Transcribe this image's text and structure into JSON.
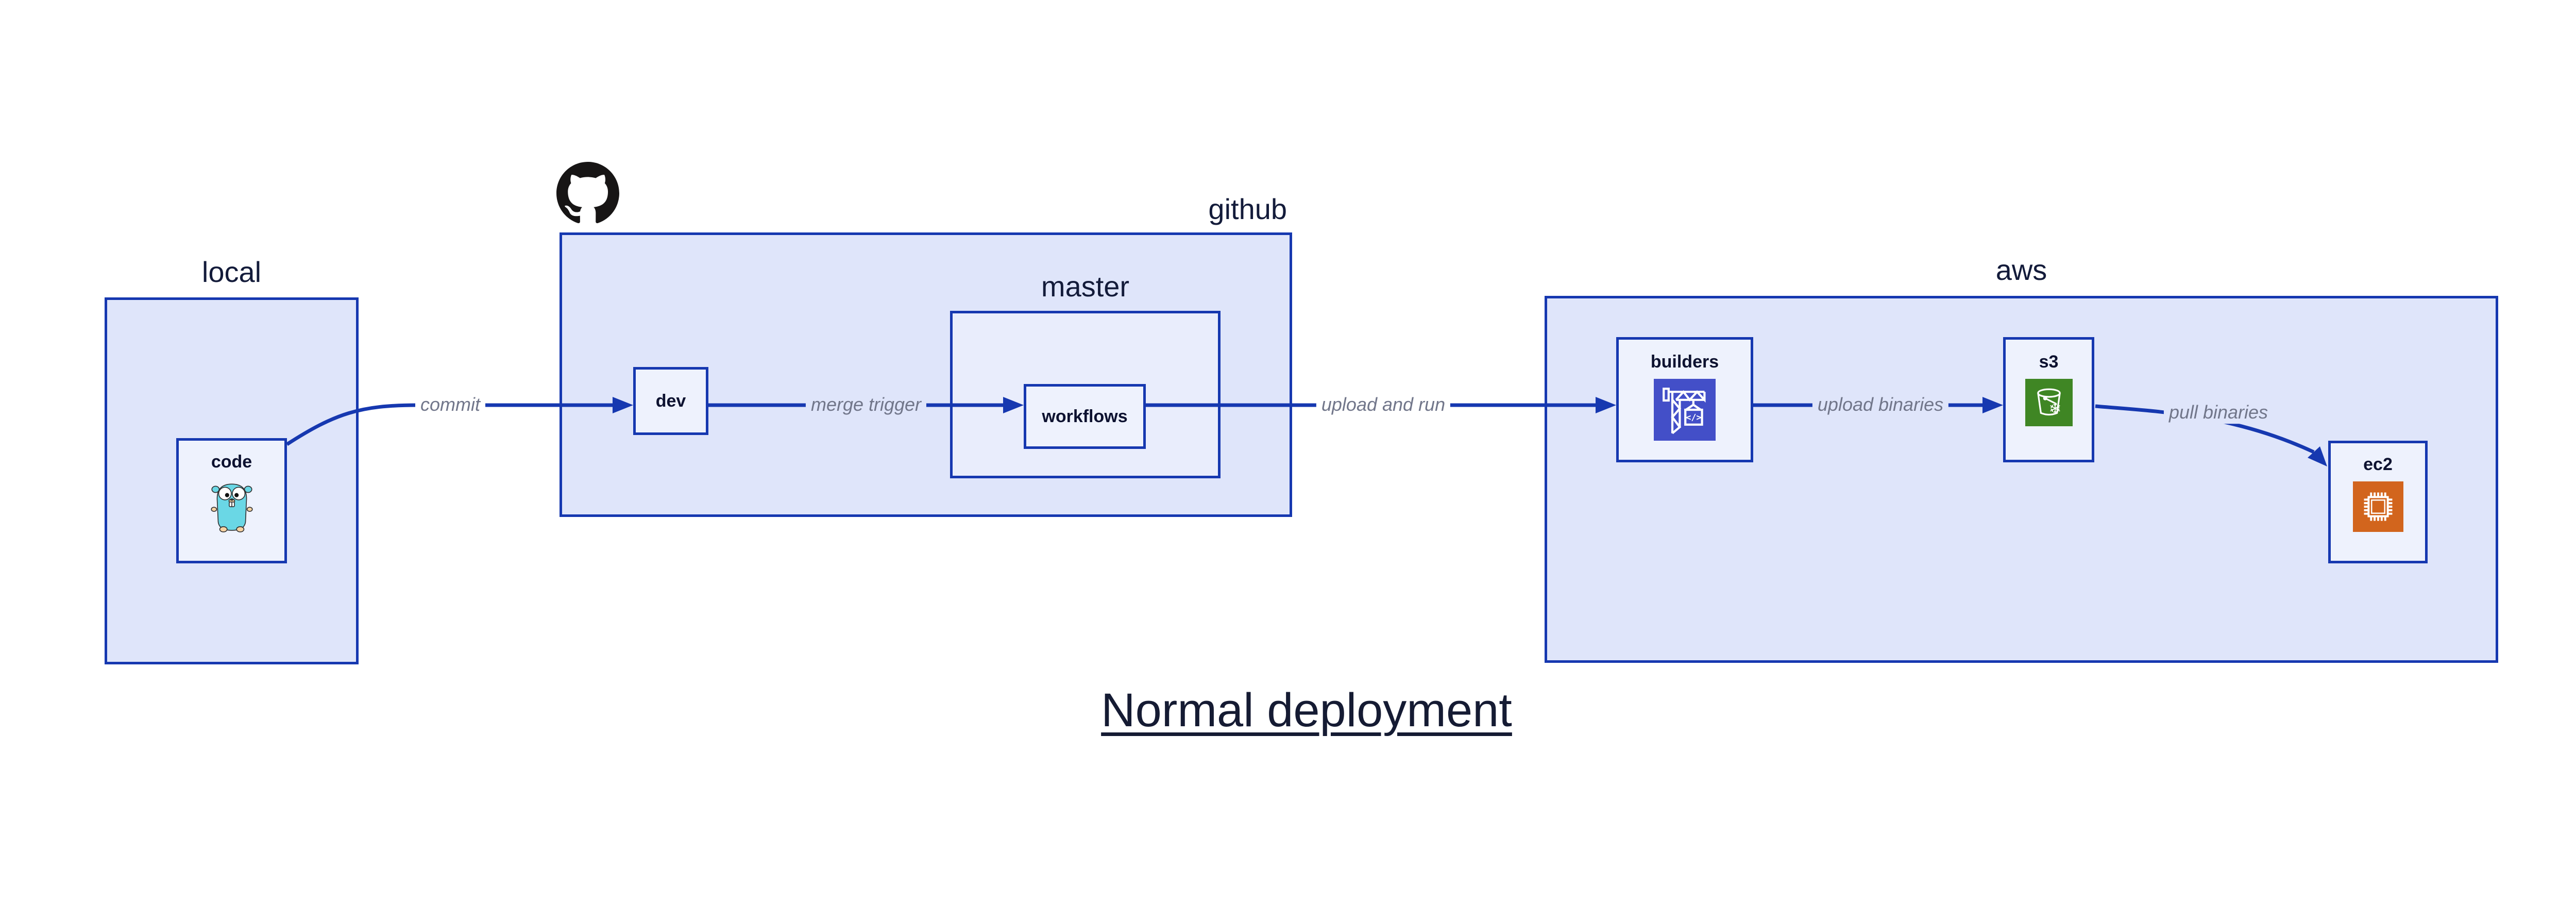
{
  "title": "Normal deployment",
  "containers": {
    "local": {
      "label": "local"
    },
    "github": {
      "label": "github"
    },
    "master": {
      "label": "master"
    },
    "aws": {
      "label": "aws"
    }
  },
  "nodes": {
    "code": {
      "label": "code",
      "icon": "go-gopher-icon"
    },
    "dev": {
      "label": "dev"
    },
    "workflows": {
      "label": "workflows"
    },
    "builders": {
      "label": "builders",
      "icon": "aws-codebuild-icon"
    },
    "s3": {
      "label": "s3",
      "icon": "aws-s3-glacier-bucket-icon"
    },
    "ec2": {
      "label": "ec2",
      "icon": "aws-ec2-chip-icon"
    }
  },
  "edges": {
    "commit": {
      "label": "commit"
    },
    "merge_trigger": {
      "label": "merge trigger"
    },
    "upload_and_run": {
      "label": "upload and run"
    },
    "upload_binaries": {
      "label": "upload binaries"
    },
    "pull_binaries": {
      "label": "pull binaries"
    }
  },
  "icons": {
    "github_logo": "github-octocat-logo"
  },
  "colors": {
    "line_blue": "#1638b0",
    "container_fill": "#dfe5fa",
    "master_fill": "#e9edfc",
    "node_fill": "#eef2fd",
    "label_navy": "#131b3a",
    "edge_label_gray": "#71768a",
    "codebuild_indigo": "#434fc8",
    "s3_green": "#3f8624",
    "ec2_orange": "#d2651d",
    "gopher_teal": "#6ad7e5",
    "github_black": "#171515"
  }
}
